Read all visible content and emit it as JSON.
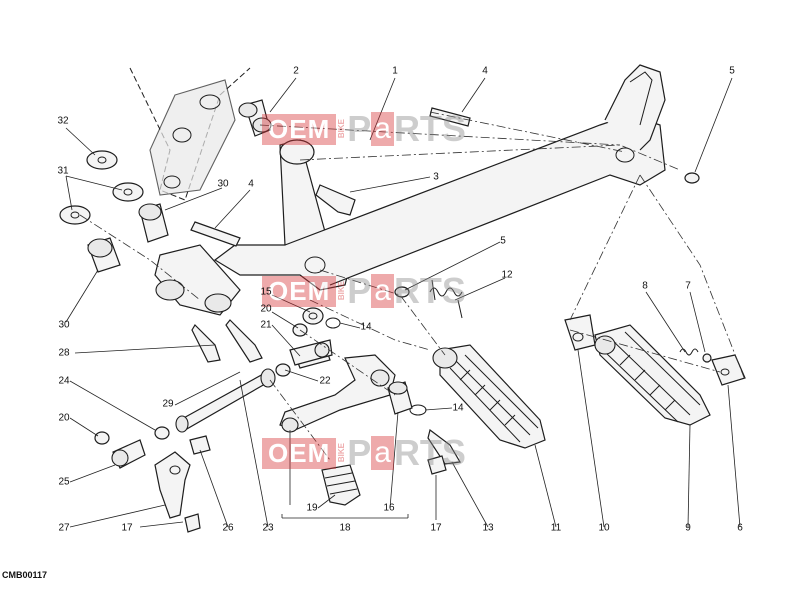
{
  "diagram": {
    "code": "CMB00117",
    "callouts": [
      "1",
      "2",
      "3",
      "4",
      "5",
      "32",
      "31",
      "30",
      "4",
      "5",
      "12",
      "15",
      "20",
      "14",
      "21",
      "28",
      "22",
      "29",
      "24",
      "20",
      "25",
      "27",
      "17",
      "26",
      "23",
      "19",
      "18",
      "16",
      "14",
      "17",
      "13",
      "11",
      "10",
      "9",
      "6",
      "8",
      "7",
      "30"
    ],
    "watermark": {
      "left": "OEM",
      "bike": "BIKE",
      "p": "P",
      "a": "a",
      "right": "RTS"
    }
  }
}
